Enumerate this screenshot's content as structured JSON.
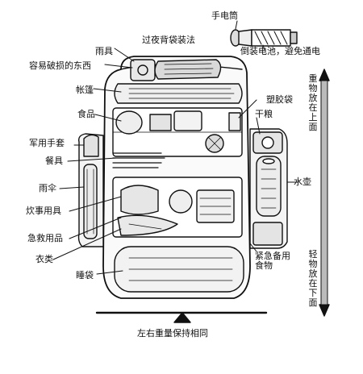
{
  "title": "过夜背袋装法",
  "labels": {
    "flashlight": "手电筒",
    "battery_note": "倒装电池，避免通电",
    "raingear": "雨具",
    "fragile": "容易破损的东西",
    "tent": "帐篷",
    "food": "食品",
    "plastic_bag": "塑胶袋",
    "dry_food": "干粮",
    "gloves": "军用手套",
    "cutlery": "餐具",
    "kettle": "水壶",
    "umbrella": "雨伞",
    "cookware": "炊事用具",
    "first_aid": "急救用品",
    "emergency_food": "紧急备用食物",
    "clothes": "衣类",
    "sleeping_bag": "睡袋",
    "balance": "左右重量保持相同",
    "heavy_top": "重物放在上面",
    "light_bottom": "轻物放在下面"
  }
}
